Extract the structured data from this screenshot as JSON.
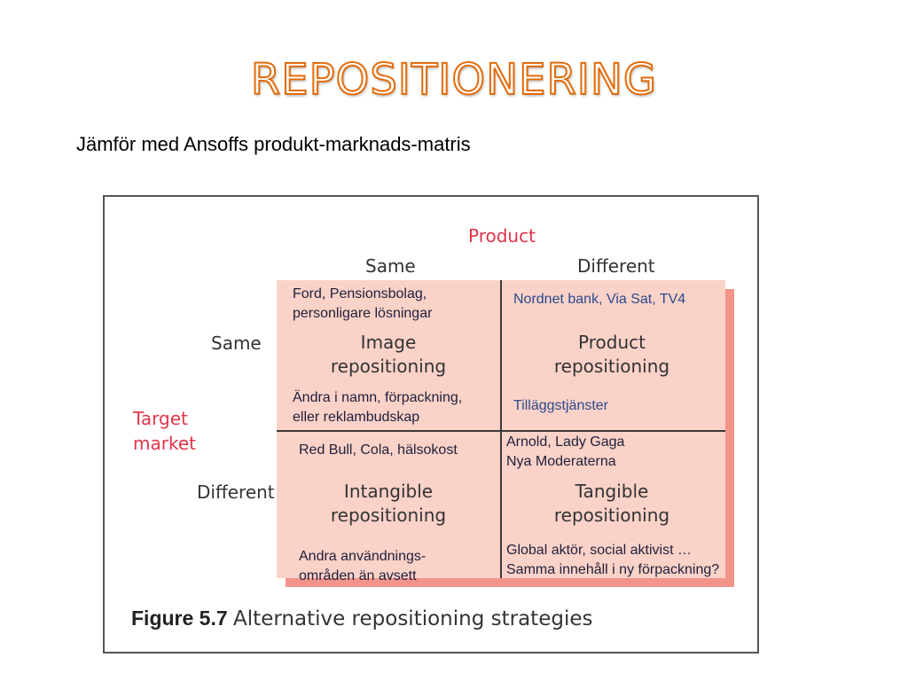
{
  "title": "REPOSITIONERING",
  "subtitle": "Jämför med Ansoffs produkt-marknads-matris",
  "figure": {
    "axis_product": "Product",
    "axis_target_line1": "Target",
    "axis_target_line2": "market",
    "col_same": "Same",
    "col_different": "Different",
    "row_same": "Same",
    "row_different": "Different",
    "quadrants": {
      "image": [
        "Image",
        "repositioning"
      ],
      "product": [
        "Product",
        "repositioning"
      ],
      "intangible": [
        "Intangible",
        "repositioning"
      ],
      "tangible": [
        "Tangible",
        "repositioning"
      ]
    },
    "caption_label": "Figure 5.7",
    "caption_text": "Alternative repositioning strategies",
    "colors": {
      "quadrant_fill": "#fad2c8",
      "quadrant_shadow": "#f3948a",
      "axis_label_red": "#e2334a",
      "title_outline": "#e46c0a"
    }
  },
  "notes": {
    "ford": [
      "Ford, Pensionsbolag,",
      "personligare lösningar"
    ],
    "nordnet": "Nordnet bank, Via Sat, TV4",
    "andra_namn": [
      "Ändra i namn, förpackning,",
      "eller reklambudskap"
    ],
    "tillagg": "Tilläggstjänster",
    "redbull": "Red Bull, Cola, hälsokost",
    "arnold": [
      "Arnold, Lady Gaga",
      "Nya Moderaterna"
    ],
    "anvandning": [
      "Andra användnings-",
      "områden än avsett"
    ],
    "global": [
      "Global aktör, social aktivist …",
      "Samma innehåll i ny förpackning?"
    ]
  }
}
